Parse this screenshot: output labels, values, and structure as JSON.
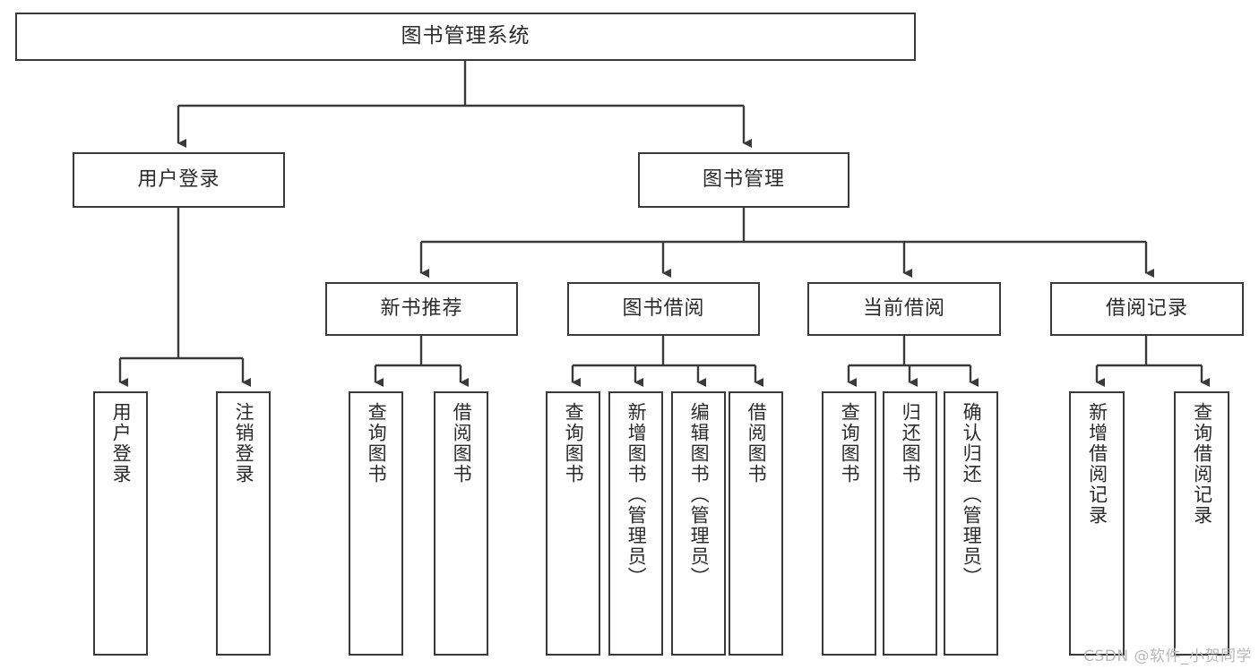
{
  "diagram": {
    "title": "图书管理系统",
    "watermark": "CSDN @软件_小贺同学",
    "line_color": "#3a3a3a",
    "text_color": "#2b2b2b",
    "background": "#ffffff"
  },
  "nodes": {
    "root": {
      "label": "图书管理系统"
    },
    "level2": [
      {
        "label": "用户登录"
      },
      {
        "label": "图书管理"
      }
    ],
    "level3": [
      {
        "label": "新书推荐"
      },
      {
        "label": "图书借阅"
      },
      {
        "label": "当前借阅"
      },
      {
        "label": "借阅记录"
      }
    ],
    "leaves_user_login": [
      {
        "label": "用户登录"
      },
      {
        "label": "注销登录"
      }
    ],
    "leaves_new_book": [
      {
        "label": "查询图书"
      },
      {
        "label": "借阅图书"
      }
    ],
    "leaves_borrow": [
      {
        "label": "查询图书"
      },
      {
        "label": "新增图书（管理员）"
      },
      {
        "label": "编辑图书（管理员）"
      },
      {
        "label": "借阅图书"
      }
    ],
    "leaves_current": [
      {
        "label": "查询图书"
      },
      {
        "label": "归还图书"
      },
      {
        "label": "确认归还（管理员）"
      }
    ],
    "leaves_records": [
      {
        "label": "新增借阅记录"
      },
      {
        "label": "查询借阅记录"
      }
    ]
  }
}
